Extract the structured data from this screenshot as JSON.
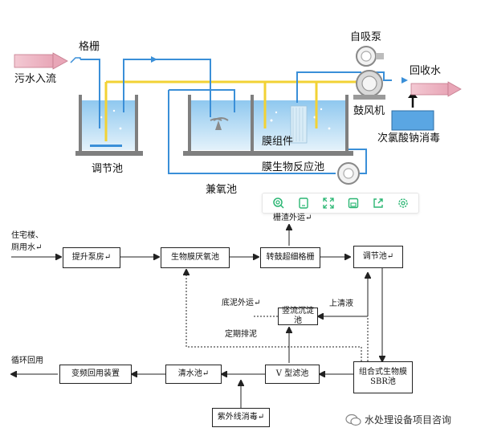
{
  "top": {
    "sewage_in": "污水入流",
    "grille": "格栅",
    "self_priming_pump": "自吸泵",
    "recycled_water": "回收水",
    "blower": "鼓风机",
    "disinfection": "次氯酸钠消毒",
    "membrane_module": "膜组件",
    "equalization_tank": "调节池",
    "mbr_tank": "膜生物反应池",
    "anoxic_tank": "兼氧池"
  },
  "toolbar": {
    "icons": [
      "search-icon",
      "copy-icon",
      "expand-icon",
      "save-icon",
      "share-icon",
      "settings-icon"
    ],
    "accent": "#2bb673"
  },
  "flow": {
    "source_label_1": "住宅楼、",
    "source_label_2": "厕用水↵",
    "lift_pump": "提升泵房↵",
    "anoxic": "生物膜厌氧池",
    "rotary_screen": "转鼓超细格栅",
    "screen_residue": "栅渣外运↵",
    "equalization": "调节池↵",
    "sludge_out": "底泥外运↵",
    "settling": "竖流沉淀池",
    "supernatant": "上清液",
    "periodic_sludge": "定期排泥",
    "sbr": "组合式生物膜SBR池",
    "v_filter": "V 型滤池",
    "clear_water": "清水池↵",
    "uv": "紫外线消毒↵",
    "reuse_device": "变频回用装置",
    "recycle": "循环回用"
  },
  "watermark": "水处理设备项目咨询",
  "colors": {
    "line_blue": "#3a8fd8",
    "line_yellow": "#f2d234",
    "water_blue": "#cfe8f8",
    "tank_wall": "#7f7f7f"
  }
}
